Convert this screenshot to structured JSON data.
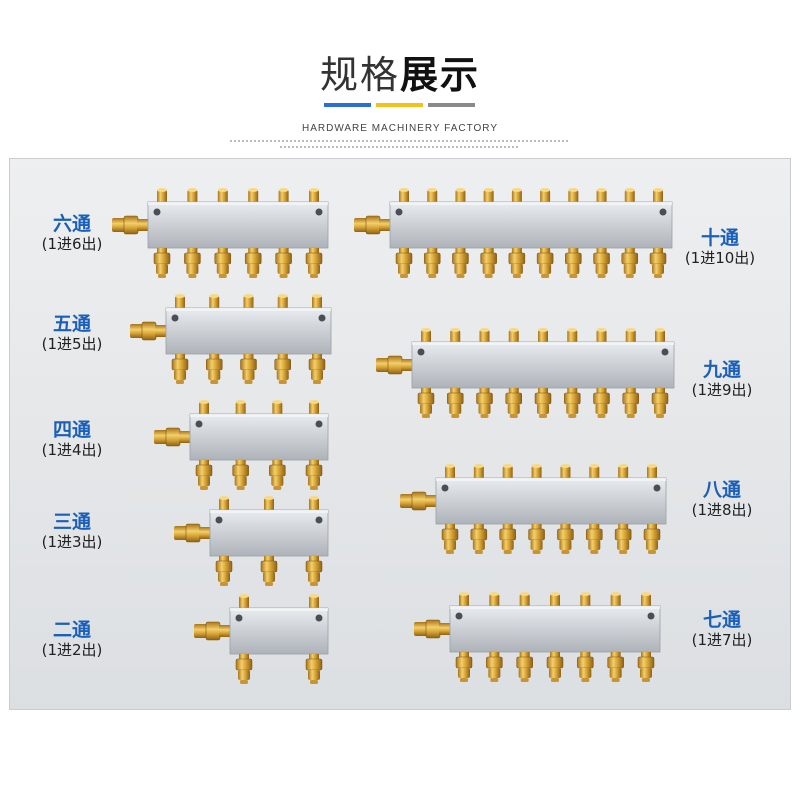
{
  "header": {
    "title_light": "规格",
    "title_bold": "展示",
    "subtitle": "HARDWARE MACHINERY FACTORY",
    "bar_colors": [
      "#2b6fd6",
      "#f2c21a",
      "#8a8a8a"
    ]
  },
  "colors": {
    "label_blue": "#1a5fb8",
    "aluminum": "#c9cdd2",
    "brass": "#d8a63a"
  },
  "products": [
    {
      "id": "six",
      "name": "六通",
      "spec": "(1进6出)",
      "outlets": 6
    },
    {
      "id": "five",
      "name": "五通",
      "spec": "(1进5出)",
      "outlets": 5
    },
    {
      "id": "four",
      "name": "四通",
      "spec": "(1进4出)",
      "outlets": 4
    },
    {
      "id": "three",
      "name": "三通",
      "spec": "(1进3出)",
      "outlets": 3
    },
    {
      "id": "two",
      "name": "二通",
      "spec": "(1进2出)",
      "outlets": 2
    },
    {
      "id": "ten",
      "name": "十通",
      "spec": "(1进10出)",
      "outlets": 10
    },
    {
      "id": "nine",
      "name": "九通",
      "spec": "(1进9出)",
      "outlets": 9
    },
    {
      "id": "eight",
      "name": "八通",
      "spec": "(1进8出)",
      "outlets": 8
    },
    {
      "id": "seven",
      "name": "七通",
      "spec": "(1进7出)",
      "outlets": 7
    }
  ]
}
